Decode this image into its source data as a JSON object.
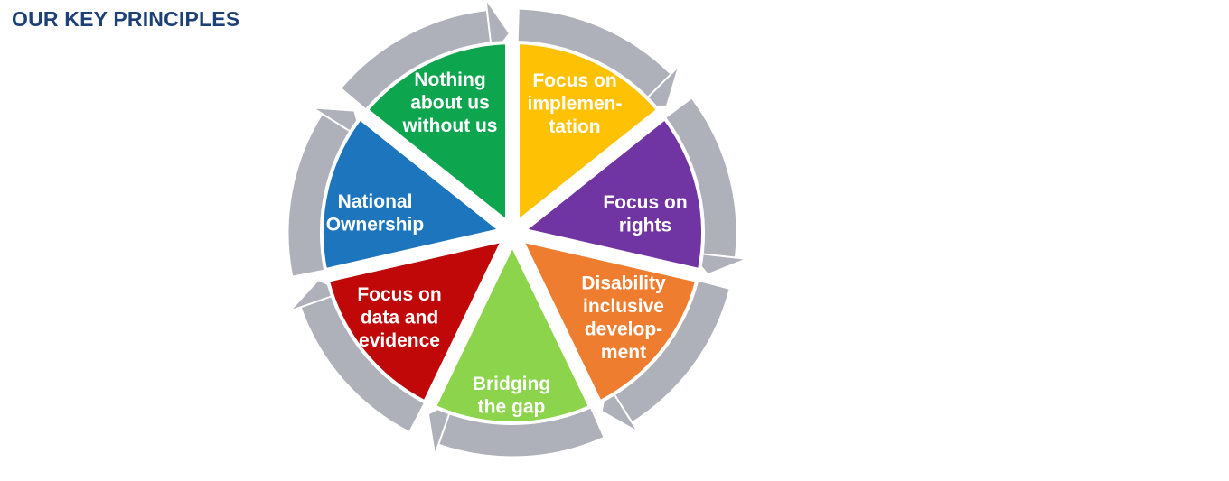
{
  "title": "OUR KEY PRINCIPLES",
  "colors": {
    "title": "#1D4077",
    "ring": "#AFB1BA",
    "label_text": "#FFFFFF",
    "background": "#FFFFFF"
  },
  "diagram": {
    "type": "cycle",
    "direction": "clockwise",
    "segments": [
      {
        "name": "focus-on-implementation",
        "label": "Focus on implemen- tation",
        "lines": [
          "Focus on",
          "implemen-",
          "tation"
        ],
        "color": "#FFC104"
      },
      {
        "name": "focus-on-rights",
        "label": "Focus on rights",
        "lines": [
          "Focus on",
          "rights"
        ],
        "color": "#7134A3"
      },
      {
        "name": "disability-inclusive-development",
        "label": "Disability inclusive develop- ment",
        "lines": [
          "Disability",
          "inclusive",
          "develop-",
          "ment"
        ],
        "color": "#EE7D2F"
      },
      {
        "name": "bridging-the-gap",
        "label": "Bridging the gap",
        "lines": [
          "Bridging",
          "the gap"
        ],
        "color": "#8BD44B"
      },
      {
        "name": "focus-on-data-and-evidence",
        "label": "Focus on data and evidence",
        "lines": [
          "Focus on",
          "data and",
          "evidence"
        ],
        "color": "#C00808"
      },
      {
        "name": "national-ownership",
        "label": "National Ownership",
        "lines": [
          "National",
          "Ownership"
        ],
        "color": "#1C75BD"
      },
      {
        "name": "nothing-about-us-without-us",
        "label": "Nothing about us without us",
        "lines": [
          "Nothing",
          "about us",
          "without us"
        ],
        "color": "#0DA64F"
      }
    ]
  }
}
